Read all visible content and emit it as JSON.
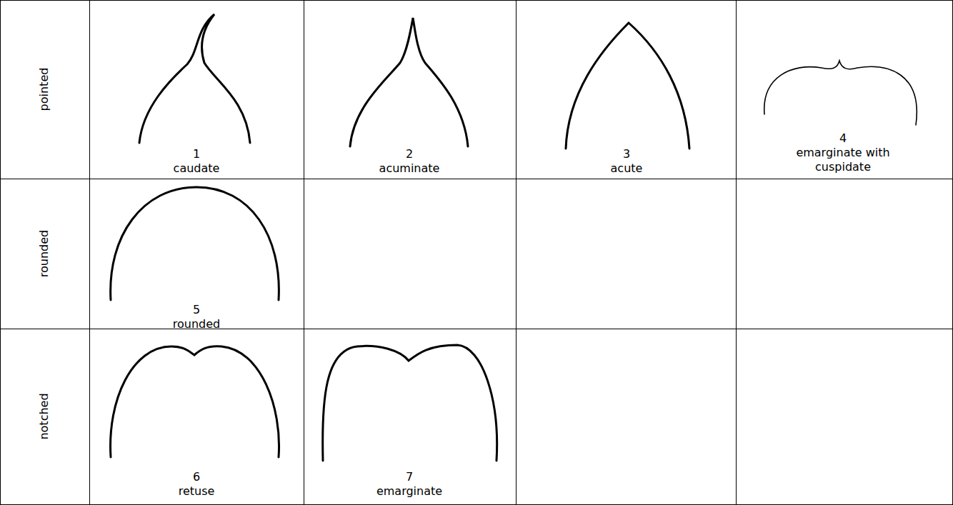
{
  "diagram": {
    "labels": [
      "pointed",
      "rounded",
      "notched",
      "1",
      "caudate",
      "2",
      "acuminate",
      "3",
      "acute",
      "4",
      "emarginate with cuspidate",
      "5",
      "rounded",
      "6",
      "retuse",
      "7",
      "emarginate"
    ]
  }
}
